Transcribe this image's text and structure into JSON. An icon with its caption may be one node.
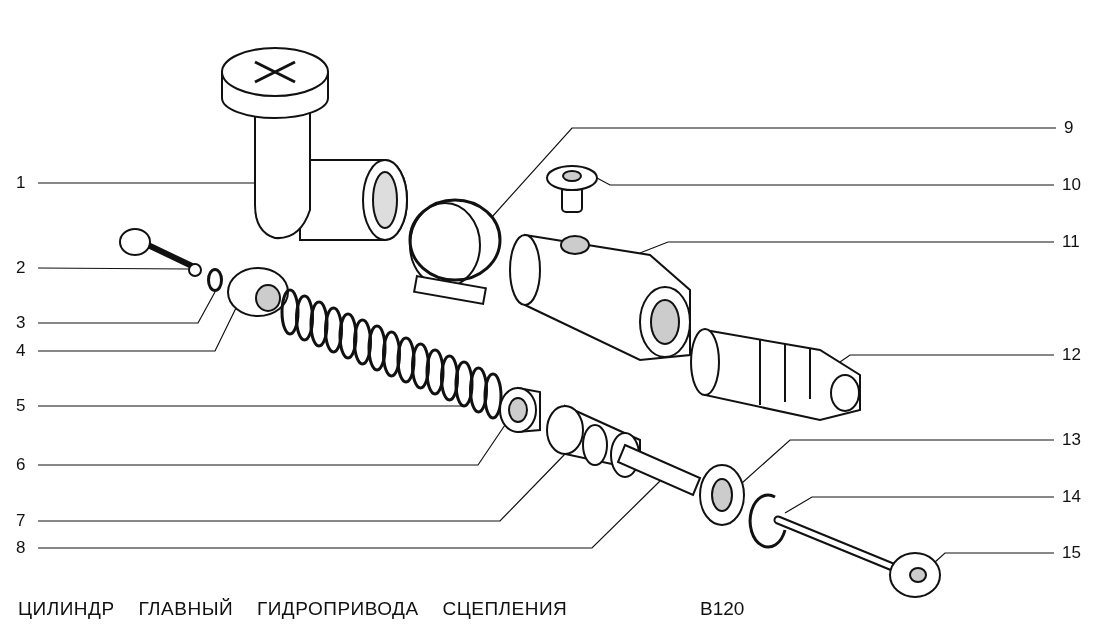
{
  "diagram": {
    "title": "ЦИЛИНДР ГЛАВНЫЙ ГИДРОПРИВОДА СЦЕПЛЕНИЯ",
    "nodes": [
      {
        "text": [
          "1"
        ]
      },
      {
        "text": [
          "2"
        ]
      },
      {
        "text": [
          "3"
        ]
      },
      {
        "text": [
          "4"
        ]
      },
      {
        "text": [
          "5"
        ]
      },
      {
        "text": [
          "6"
        ]
      },
      {
        "text": [
          "7"
        ]
      },
      {
        "text": [
          "8"
        ]
      },
      {
        "text": [
          "9"
        ]
      },
      {
        "text": [
          "10"
        ]
      },
      {
        "text": [
          "11"
        ]
      },
      {
        "text": [
          "12"
        ]
      },
      {
        "text": [
          "13"
        ]
      },
      {
        "text": [
          "14"
        ]
      },
      {
        "text": [
          "15"
        ]
      },
      {
        "text": [],
        "shape": "picture"
      },
      {
        "text": [],
        "shape": "picture"
      },
      {
        "text": [],
        "shape": "circle"
      },
      {
        "text": [],
        "shape": "picture"
      },
      {
        "text": [],
        "shape": "picture"
      },
      {
        "text": [],
        "shape": "picture"
      },
      {
        "text": [],
        "shape": "picture"
      },
      {
        "text": [],
        "shape": "picture"
      },
      {
        "text": [],
        "shape": "picture"
      },
      {
        "text": [],
        "shape": "picture"
      },
      {
        "text": [],
        "shape": "picture"
      },
      {
        "text": [],
        "shape": "picture"
      },
      {
        "text": [],
        "shape": "picture"
      },
      {
        "text": [],
        "shape": "picture"
      },
      {
        "text": [],
        "shape": "picture"
      }
    ],
    "edges": [
      {
        "from": 0,
        "to": 15,
        "arrow": "none"
      },
      {
        "from": 1,
        "to": 16,
        "arrow": "none"
      },
      {
        "from": 2,
        "to": 17,
        "arrow": "none"
      },
      {
        "from": 3,
        "to": 18,
        "arrow": "none"
      },
      {
        "from": 4,
        "to": 19,
        "arrow": "none"
      },
      {
        "from": 5,
        "to": 20,
        "arrow": "none"
      },
      {
        "from": 6,
        "to": 21,
        "arrow": "none"
      },
      {
        "from": 7,
        "to": 22,
        "arrow": "none"
      },
      {
        "from": 8,
        "to": 23,
        "arrow": "none"
      },
      {
        "from": 9,
        "to": 24,
        "arrow": "none"
      },
      {
        "from": 10,
        "to": 25,
        "arrow": "none"
      },
      {
        "from": 11,
        "to": 26,
        "arrow": "none"
      },
      {
        "from": 12,
        "to": 27,
        "arrow": "none"
      },
      {
        "from": 13,
        "to": 28,
        "arrow": "none"
      },
      {
        "from": 14,
        "to": 29,
        "arrow": "none"
      }
    ],
    "labels": [
      "В120"
    ]
  }
}
